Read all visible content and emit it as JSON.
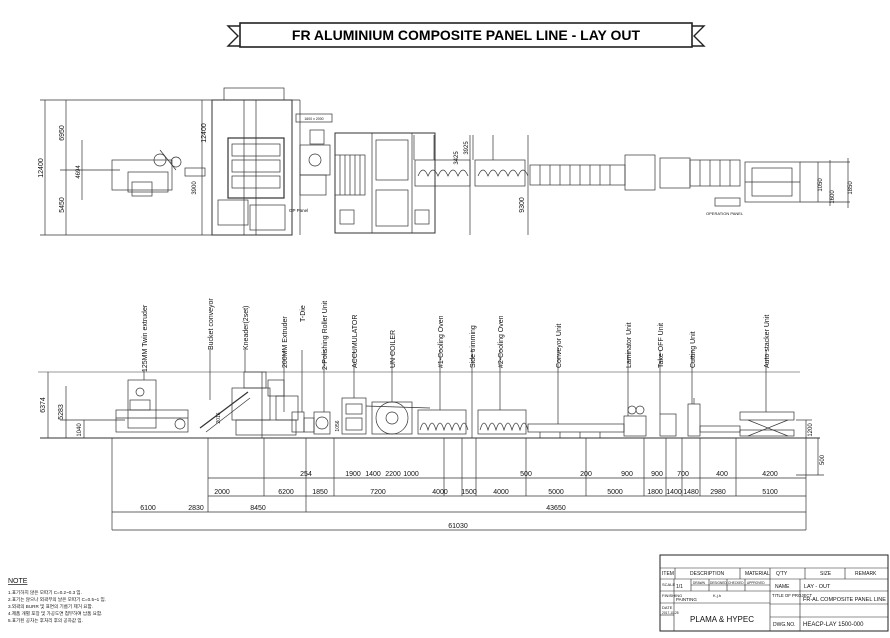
{
  "title": "FR ALUMINIUM COMPOSITE PANEL LINE - LAY OUT",
  "plan": {
    "dims_left": [
      "12400",
      "6950",
      "5450",
      "4694"
    ],
    "dim_top_center": "12400",
    "dim_small": "3900",
    "dim_mid1": "3425",
    "dim_mid2": "3925",
    "dim_vertical_mid": "9300",
    "dims_right": [
      "1050",
      "1600",
      "1850"
    ],
    "label_gp_panel": "GP Panel",
    "label_operation_panel": "OPERATION PANEL",
    "label_box": "1600 x 2000"
  },
  "elevation": {
    "units": [
      "125MM Twin extruder",
      "Bucket conveyor",
      "Kneader(2set)",
      "200MM Extruder",
      "T-Die",
      "2-Polishing Roller Unit",
      "ACCUMULATOR",
      "UN COILER",
      "#1-Cooling Oven",
      "Side trimming",
      "#2-Cooling Oven",
      "Conveyor Unit",
      "Laminator Unit",
      "Take OFF Unit",
      "Cutting Unit",
      "Auto stacker Unit"
    ],
    "left_dims": [
      "6374",
      "5283",
      "1040"
    ],
    "mid_small": [
      "2016",
      "1056"
    ],
    "right_dims": [
      "1200",
      "500"
    ],
    "row1": [
      "254",
      "1900",
      "1400",
      "2200",
      "1000",
      "500",
      "200",
      "900",
      "900",
      "700",
      "400",
      "4200"
    ],
    "row2": [
      "2000",
      "6200",
      "1850",
      "7200",
      "4000",
      "1500",
      "4000",
      "5000",
      "5000",
      "1800",
      "1400",
      "1480",
      "2980",
      "5100"
    ],
    "row3": [
      "6100",
      "2830",
      "8450",
      "43650"
    ],
    "total": "61030"
  },
  "notes": {
    "title": "NOTE",
    "lines": [
      "1.표기하지 않은 모따기 C=0.2~0.3 임.",
      "2.표기는 않으나 외곽부의 날은 모따기 C=0.5~1 임.",
      "3.외곽의 BURR 및 표면의 기름기 제거 요함.",
      "4.제품 개별 포장 및 가공도면 첨부하여 납품 요함.",
      "5.표기된 공차는 후처리 후의 공차값 임."
    ]
  },
  "title_block": {
    "headers": [
      "ITEM",
      "DESCRIPTION",
      "MATERIAL",
      "Q'TY",
      "SIZE",
      "REMARK"
    ],
    "scale_label": "SCALE",
    "scale_value": "1/1",
    "drawn_label": "DRAWN",
    "designed_label": "DESIGNED",
    "checked_label": "CHECKED",
    "approved_label": "APPROVED",
    "finishing_label": "FINISHING",
    "finishing_value": "PAINTING",
    "date_label": "DATE",
    "date_value": "2017-11-25",
    "drawer": "K.j.h",
    "company": "PLAMA & HYPEC",
    "name_label": "NAME",
    "name_value": "LAY - OUT",
    "project_label": "TITLE OF PROJECT",
    "project_value": "FR-AL COMPOSITE PANEL LINE",
    "dwg_label": "DWG.NO.",
    "dwg_value": "HEACP-LAY 1500-000"
  }
}
